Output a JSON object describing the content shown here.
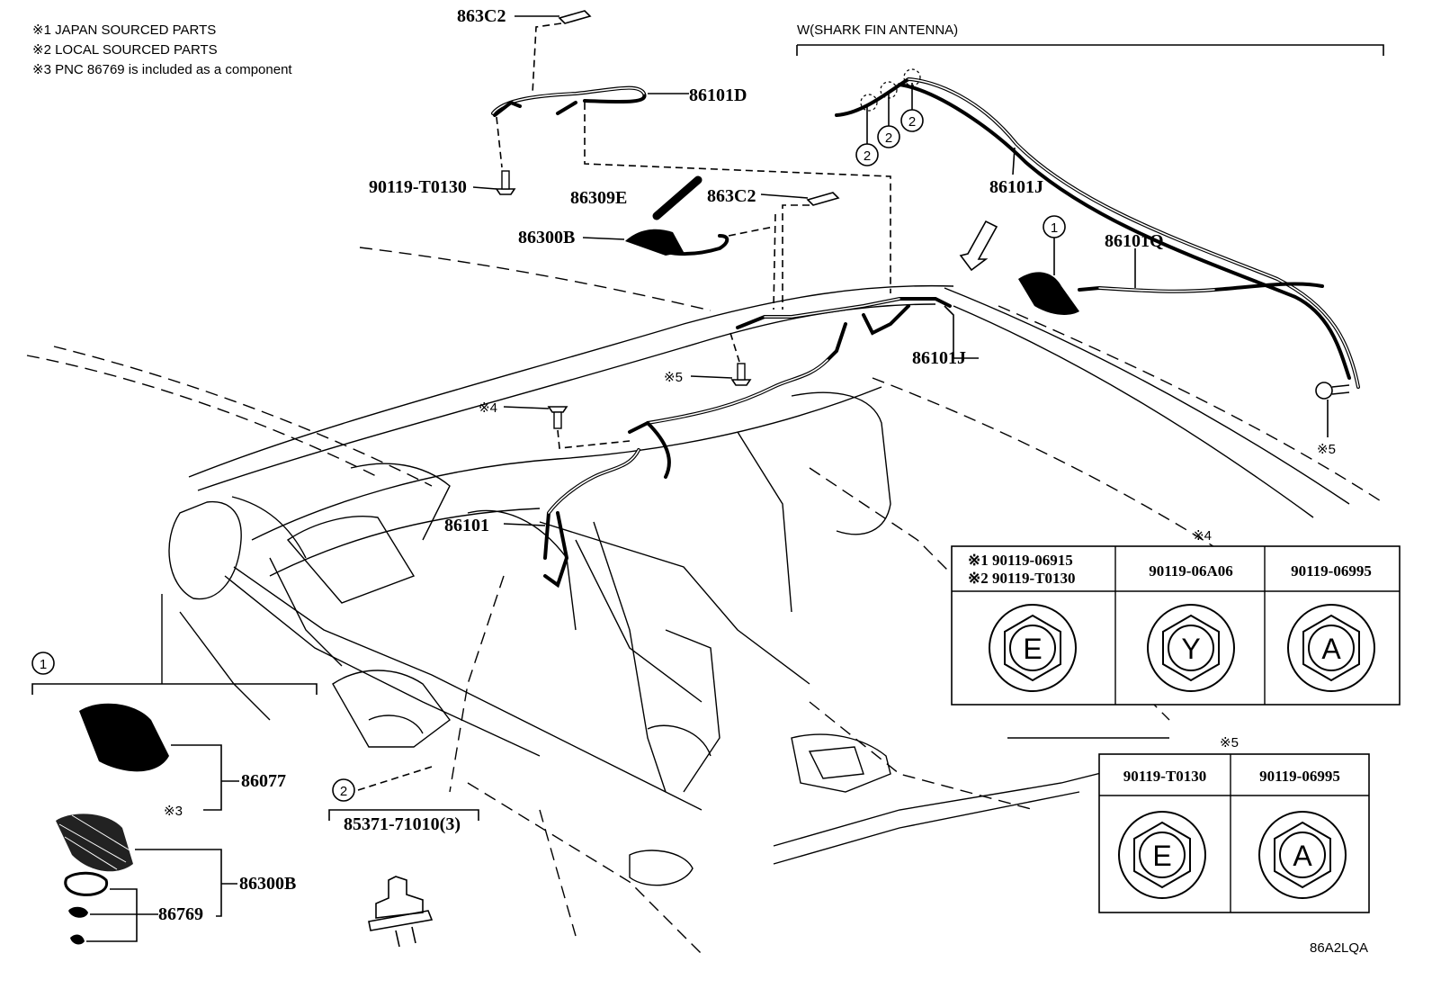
{
  "notes": [
    "※1 JAPAN SOURCED PARTS",
    "※2 LOCAL SOURCED PARTS",
    "※3 PNC 86769 is included as a component"
  ],
  "antenna_group_title": "W(SHARK FIN ANTENNA)",
  "part_labels": {
    "p_863c2_top": "863C2",
    "p_86101d": "86101D",
    "p_90119_t0130": "90119-T0130",
    "p_86309e": "86309E",
    "p_863c2_mid": "863C2",
    "p_86300b_top": "86300B",
    "p_86101j_upper": "86101J",
    "p_86101q": "86101Q",
    "p_86101j_lower": "86101J",
    "p_86101": "86101",
    "p_86077": "86077",
    "p_86300b_bottom": "86300B",
    "p_86769": "86769",
    "p_85371": "85371-71010(3)"
  },
  "markers": {
    "x5_mid": "※5",
    "x4_mid": "※4",
    "x5_right": "※5",
    "x3_bottom": "※3",
    "circle_1": "1",
    "circle_2": "2"
  },
  "bolt_table_x4": {
    "title": "※4",
    "headers": [
      "※1 90119-06915",
      "※2 90119-T0130",
      "90119-06A06",
      "90119-06995"
    ],
    "letters": [
      "E",
      "Y",
      "A"
    ]
  },
  "bolt_table_x5": {
    "title": "※5",
    "headers": [
      "90119-T0130",
      "90119-06995"
    ],
    "letters": [
      "E",
      "A"
    ]
  },
  "figure_code": "86A2LQA"
}
